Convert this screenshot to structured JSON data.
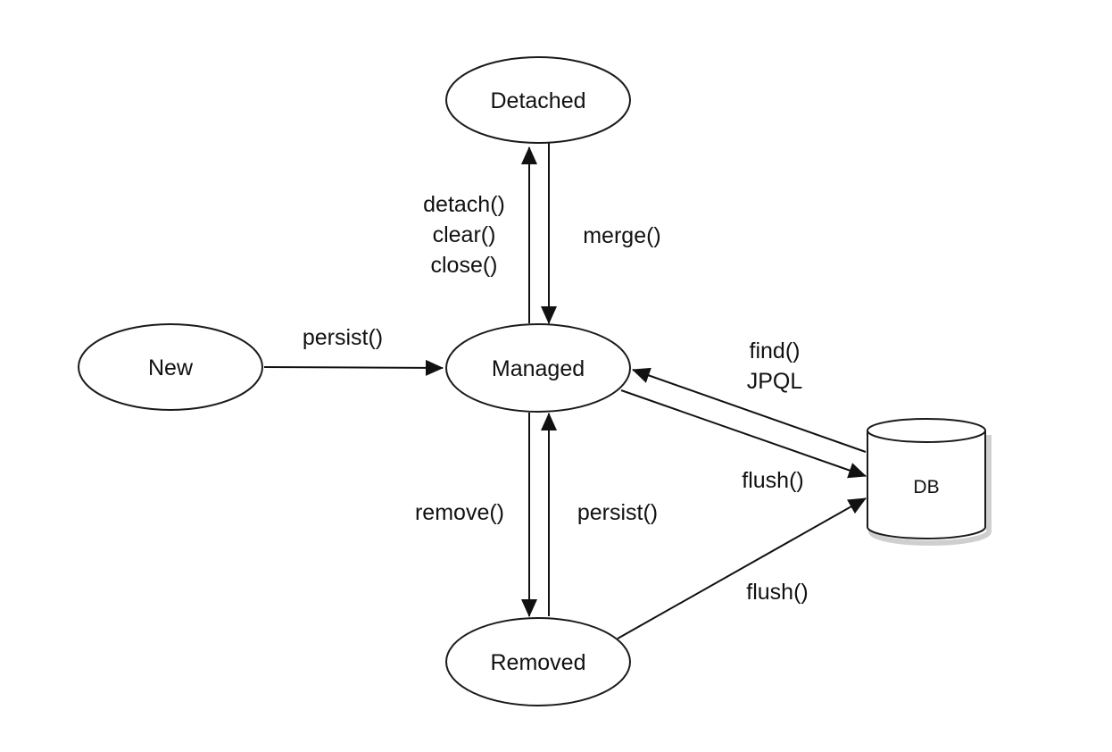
{
  "diagram": {
    "nodes": {
      "detached": "Detached",
      "new": "New",
      "managed": "Managed",
      "removed": "Removed",
      "db": "DB"
    },
    "edges": {
      "detach_line1": "detach()",
      "detach_line2": "clear()",
      "detach_line3": "close()",
      "merge": "merge()",
      "persist_new": "persist()",
      "find_line1": "find()",
      "find_line2": "JPQL",
      "flush_managed": "flush()",
      "remove": "remove()",
      "persist_removed": "persist()",
      "flush_removed": "flush()"
    }
  }
}
